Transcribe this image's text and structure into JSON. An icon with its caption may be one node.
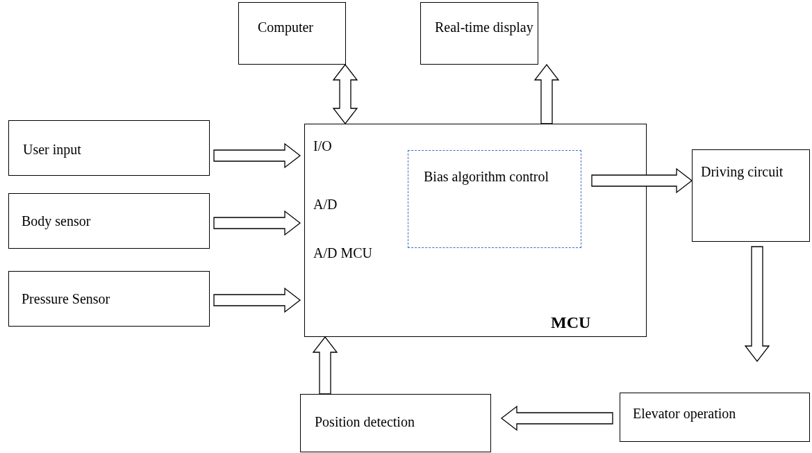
{
  "diagram": {
    "nodes": [
      {
        "text": [
          "Computer"
        ]
      },
      {
        "text": [
          "Real-time display"
        ]
      },
      {
        "text": [
          "User input"
        ]
      },
      {
        "text": [
          "Body sensor"
        ]
      },
      {
        "text": [
          "Pressure Sensor"
        ]
      },
      {
        "text": [
          "I/O",
          "A/D",
          "A/D MCU",
          "MCU"
        ]
      },
      {
        "text": [
          "Bias algorithm control"
        ],
        "in": 5
      },
      {
        "text": [
          "Driving circuit"
        ]
      },
      {
        "text": [
          "Elevator operation"
        ]
      },
      {
        "text": [
          "Position detection"
        ]
      }
    ],
    "edges": [
      {
        "from": 0,
        "to": 5,
        "arrow": "both"
      },
      {
        "from": 5,
        "to": 1,
        "arrow": "to"
      },
      {
        "from": 2,
        "to": 5,
        "arrow": "to"
      },
      {
        "from": 3,
        "to": 5,
        "arrow": "to"
      },
      {
        "from": 4,
        "to": 5,
        "arrow": "to"
      },
      {
        "from": 6,
        "to": 7,
        "arrow": "to"
      },
      {
        "from": 7,
        "to": 8,
        "arrow": "to"
      },
      {
        "from": 8,
        "to": 9,
        "arrow": "to"
      },
      {
        "from": 9,
        "to": 5,
        "arrow": "to"
      }
    ]
  }
}
